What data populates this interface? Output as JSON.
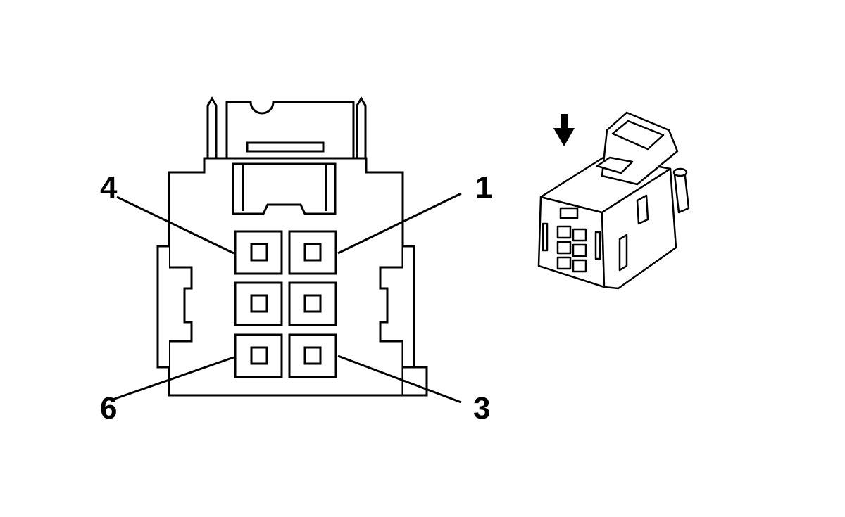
{
  "pin_labels": {
    "pin_4": "4",
    "pin_1": "1",
    "pin_6": "6",
    "pin_3": "3"
  },
  "cavities": 6,
  "icons": {
    "connector_face": "connector-face-view",
    "connector_iso": "connector-3d-view",
    "arrow": "down-arrow-icon"
  },
  "colors": {
    "line": "#000000",
    "background": "#ffffff"
  }
}
